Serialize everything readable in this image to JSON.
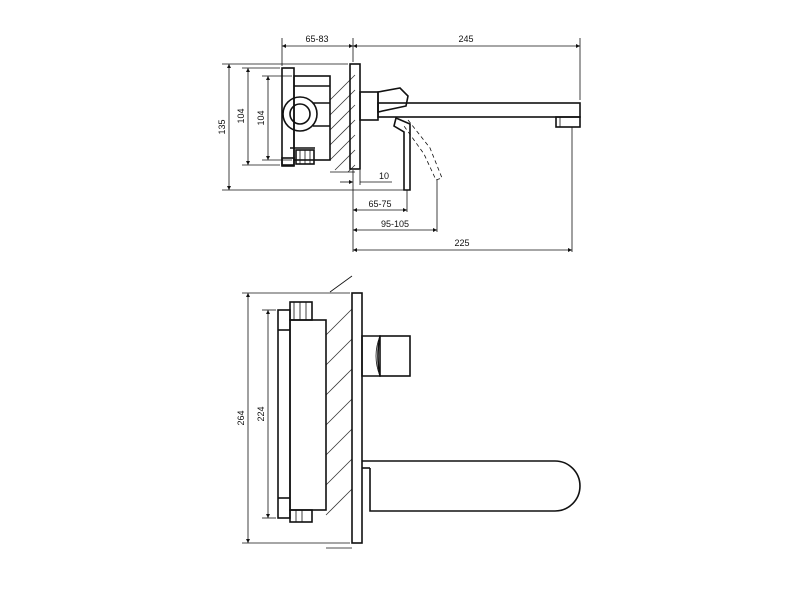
{
  "top_view": {
    "dimensions": {
      "depth_box": "65-83",
      "total_length": "245",
      "height_overall": "135",
      "height_box_outer": "104",
      "height_box_inner": "104",
      "plate_thickness": "10",
      "range_a": "65-75",
      "range_b": "95-105",
      "spout_reach": "225"
    }
  },
  "front_view": {
    "dimensions": {
      "height_plate": "264",
      "height_box": "224"
    }
  }
}
